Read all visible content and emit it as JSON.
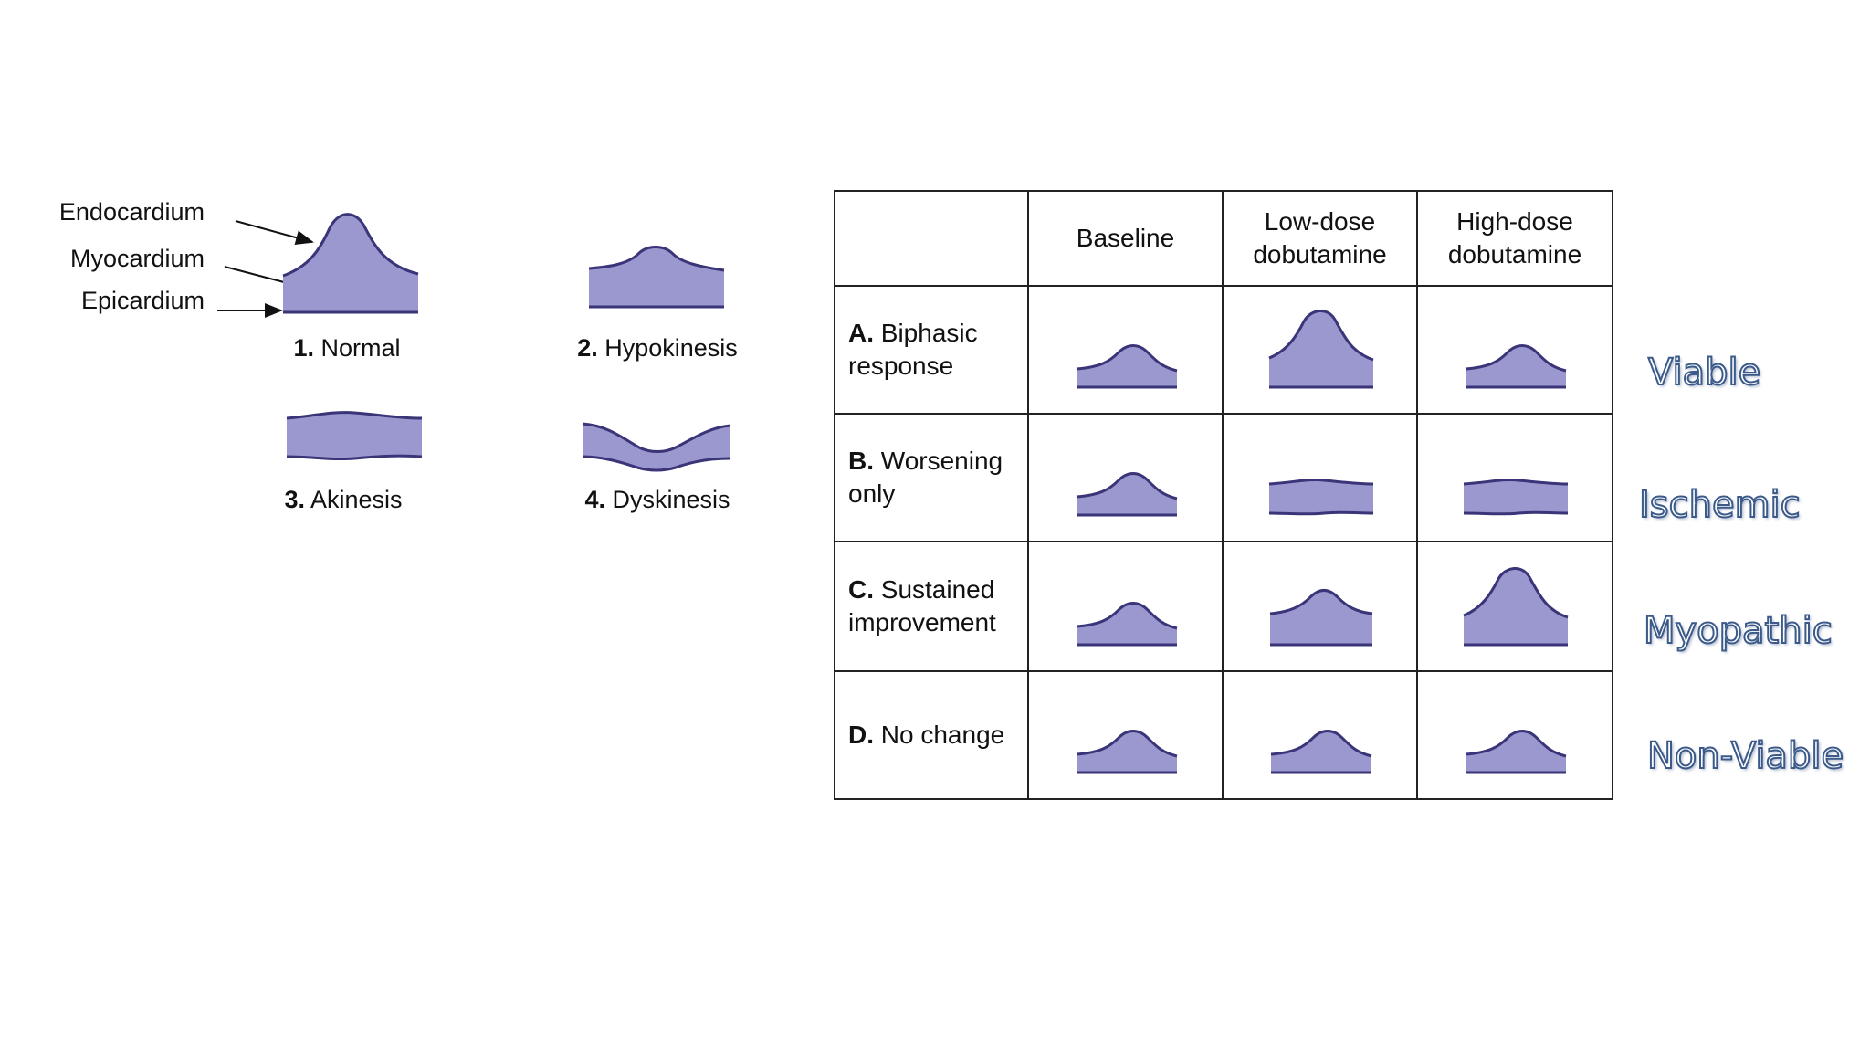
{
  "legend": {
    "layer_labels": [
      "Endocardium",
      "Myocardium",
      "Epicardium"
    ],
    "shapes": [
      {
        "number": "1.",
        "name": "Normal",
        "icon": "normal-wall-motion-icon"
      },
      {
        "number": "2.",
        "name": "Hypokinesis",
        "icon": "hypokinesis-icon"
      },
      {
        "number": "3.",
        "name": "Akinesis",
        "icon": "akinesis-icon"
      },
      {
        "number": "4.",
        "name": "Dyskinesis",
        "icon": "dyskinesis-icon"
      }
    ]
  },
  "table": {
    "columns": [
      "Baseline",
      "Low-dose\ndobutamine",
      "High-dose\ndobutamine"
    ],
    "rows": [
      {
        "letter": "A.",
        "label": "Biphasic\nresponse",
        "cells": [
          "hypokinesis",
          "normal",
          "hypokinesis"
        ]
      },
      {
        "letter": "B.",
        "label": "Worsening\nonly",
        "cells": [
          "hypokinesis",
          "akinesis",
          "akinesis"
        ]
      },
      {
        "letter": "C.",
        "label": "Sustained\nimprovement",
        "cells": [
          "hypokinesis",
          "mild",
          "normal"
        ]
      },
      {
        "letter": "D.",
        "label": "No change",
        "cells": [
          "hypokinesis",
          "hypokinesis",
          "hypokinesis"
        ]
      }
    ]
  },
  "verdicts": [
    "Viable",
    "Ischemic",
    "Myopathic",
    "Non-Viable"
  ],
  "colors": {
    "fill": "#9b98cf",
    "stroke": "#3a3578",
    "verdict_outline": "#3b5a8a"
  }
}
